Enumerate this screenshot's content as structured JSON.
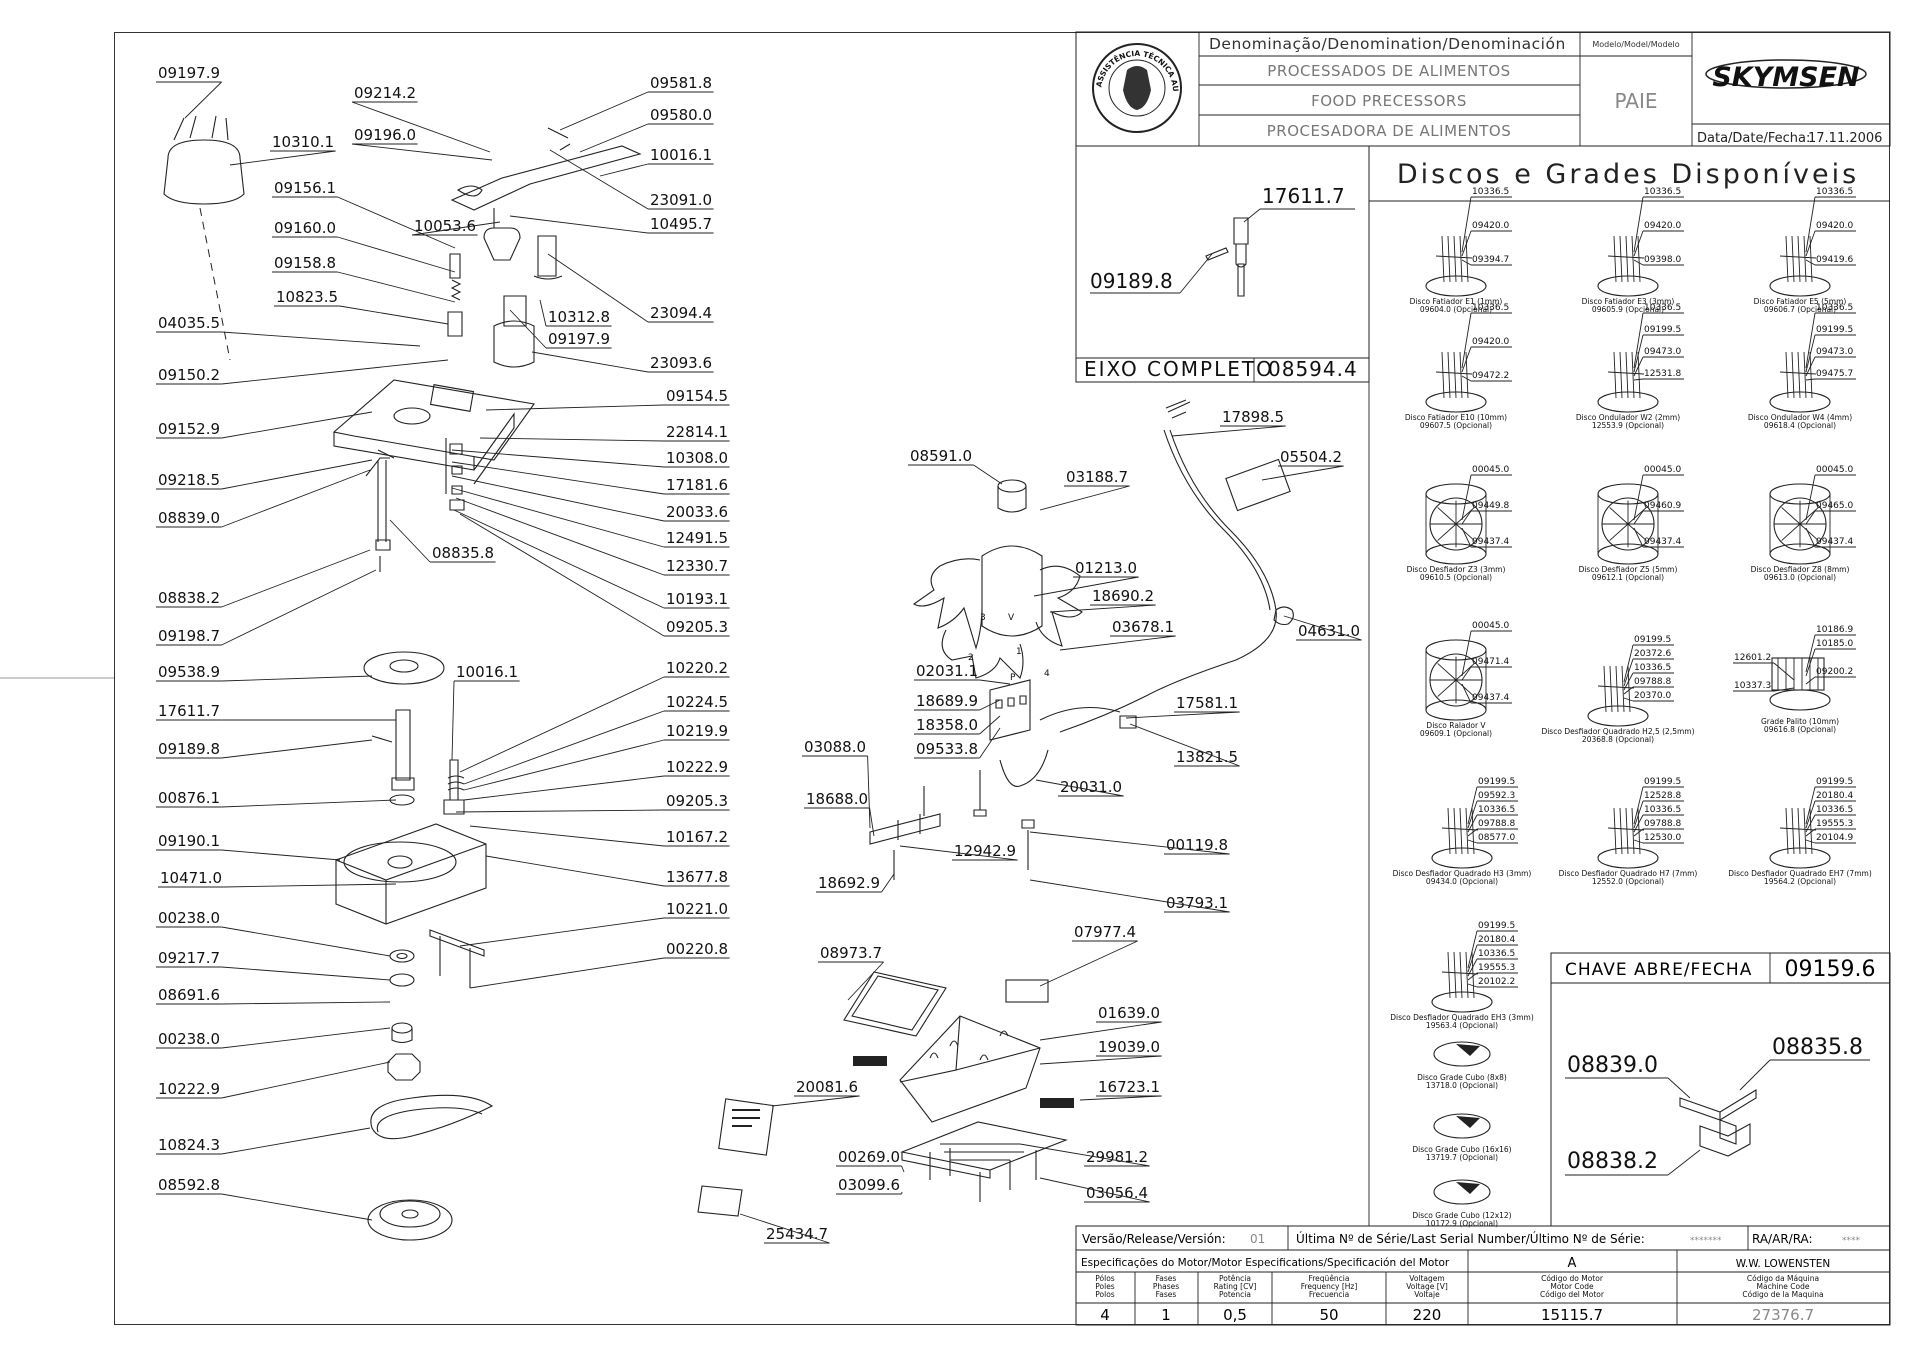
{
  "header": {
    "denomination_title": "Denominação/Denomination/Denominación",
    "product_names": [
      "PROCESSADOS DE ALIMENTOS",
      "FOOD PRECESSORS",
      "PROCESADORA DE ALIMENTOS"
    ],
    "model_label": "Modelo/Model/Modelo",
    "model_value": "PAIE",
    "brand": "SKYMSEN",
    "date_label": "Data/Date/Fecha:",
    "date_value": "17.11.2006",
    "seal_text": "ASSISTÊNCIA TÉCNICA AUTORIZADA"
  },
  "axle_box": {
    "part_top": "17611.7",
    "part_pin": "09189.8",
    "caption": "EIXO COMPLETO",
    "code": "08594.4"
  },
  "discs_panel": {
    "title": "Discos e Grades Disponíveis",
    "discs": [
      {
        "name": "Disco Fatiador E1 (1mm)",
        "code": "09604.0 (Opcional)",
        "parts": [
          "10336.5",
          "09420.0",
          "09394.7"
        ]
      },
      {
        "name": "Disco Fatiador E3 (3mm)",
        "code": "09605.9 (Opcional)",
        "parts": [
          "10336.5",
          "09420.0",
          "09398.0"
        ]
      },
      {
        "name": "Disco Fatiador E5 (5mm)",
        "code": "09606.7 (Opcional)",
        "parts": [
          "10336.5",
          "09420.0",
          "09419.6"
        ]
      },
      {
        "name": "Disco Fatiador E10 (10mm)",
        "code": "09607.5 (Opcional)",
        "parts": [
          "10336.5",
          "09420.0",
          "09472.2"
        ]
      },
      {
        "name": "Disco Ondulador W2 (2mm)",
        "code": "12553.9 (Opcional)",
        "parts": [
          "10336.5",
          "09199.5",
          "09473.0",
          "12531.8"
        ]
      },
      {
        "name": "Disco Ondulador W4 (4mm)",
        "code": "09618.4 (Opcional)",
        "parts": [
          "10336.5",
          "09199.5",
          "09473.0",
          "09475.7"
        ]
      },
      {
        "name": "Disco Desfiador Z3 (3mm)",
        "code": "09610.5 (Opcional)",
        "parts": [
          "00045.0",
          "09449.8",
          "09437.4"
        ]
      },
      {
        "name": "Disco Desfiador Z5 (5mm)",
        "code": "09612.1 (Opcional)",
        "parts": [
          "00045.0",
          "09460.9",
          "09437.4"
        ]
      },
      {
        "name": "Disco Desfiador Z8 (8mm)",
        "code": "09613.0 (Opcional)",
        "parts": [
          "00045.0",
          "09465.0",
          "09437.4"
        ]
      },
      {
        "name": "Disco Ralador V",
        "code": "09609.1 (Opcional)",
        "parts": [
          "00045.0",
          "09471.4",
          "09437.4"
        ]
      },
      {
        "name": "Disco Desfiador Quadrado H2,5 (2,5mm)",
        "code": "20368.8 (Opcional)",
        "parts": [
          "09199.5",
          "20372.6",
          "10336.5",
          "09788.8",
          "20370.0"
        ]
      },
      {
        "name": "Grade Palito (10mm)",
        "code": "09616.8 (Opcional)",
        "parts": [
          "10186.9",
          "10185.0",
          "12601.2",
          "09200.2",
          "10337.3"
        ]
      },
      {
        "name": "Disco Desfiador Quadrado H3 (3mm)",
        "code": "09434.0 (Opcional)",
        "parts": [
          "09199.5",
          "09592.3",
          "10336.5",
          "09788.8",
          "08577.0"
        ]
      },
      {
        "name": "Disco Desfiador Quadrado H7 (7mm)",
        "code": "12552.0 (Opcional)",
        "parts": [
          "09199.5",
          "12528.8",
          "10336.5",
          "09788.8",
          "12530.0"
        ]
      },
      {
        "name": "Disco Desfiador Quadrado EH7 (7mm)",
        "code": "19564.2 (Opcional)",
        "parts": [
          "09199.5",
          "20180.4",
          "10336.5",
          "19555.3",
          "20104.9"
        ]
      },
      {
        "name": "Disco Desfiador Quadrado EH3 (3mm)",
        "code": "19563.4 (Opcional)",
        "parts": [
          "09199.5",
          "20180.4",
          "10336.5",
          "19555.3",
          "20102.2"
        ]
      },
      {
        "name": "Disco Grade Cubo (8x8)",
        "code": "13718.0 (Opcional)",
        "parts": []
      },
      {
        "name": "Disco Grade Cubo (16x16)",
        "code": "13719.7 (Opcional)",
        "parts": []
      },
      {
        "name": "Disco Grade Cubo (12x12)",
        "code": "10172.9 (Opcional)",
        "parts": []
      }
    ]
  },
  "switch_box": {
    "caption": "CHAVE ABRE/FECHA",
    "code": "09159.6",
    "parts": [
      "08839.0",
      "08835.8",
      "08838.2"
    ]
  },
  "left_assembly": {
    "labels_left": [
      "09197.9",
      "10310.1",
      "09156.1",
      "09160.0",
      "09158.8",
      "10823.5",
      "04035.5",
      "09150.2",
      "09152.9",
      "09218.5",
      "08839.0",
      "08838.2",
      "09198.7",
      "09538.9",
      "17611.7",
      "09189.8",
      "00876.1",
      "09190.1",
      "10471.0",
      "00238.0",
      "09217.7",
      "08691.6",
      "00238.0",
      "10222.9",
      "10824.3",
      "08592.8"
    ],
    "labels_right": [
      "09214.2",
      "09196.0",
      "09581.8",
      "09580.0",
      "10016.1",
      "23091.0",
      "10053.6",
      "10495.7",
      "23094.4",
      "10312.8",
      "09197.9",
      "23093.6",
      "09154.5",
      "22814.1",
      "10308.0",
      "17181.6",
      "20033.6",
      "12491.5",
      "12330.7",
      "10193.1",
      "09205.3",
      "08835.8",
      "10016.1",
      "10220.2",
      "10224.5",
      "10219.9",
      "10222.9",
      "09205.3",
      "10167.2",
      "13677.8",
      "10221.0",
      "00220.8"
    ]
  },
  "center_assembly": {
    "labels": [
      "17898.5",
      "05504.2",
      "08591.0",
      "03188.7",
      "01213.0",
      "18690.2",
      "03678.1",
      "04631.0",
      "02031.1",
      "18689.9",
      "18358.0",
      "09533.8",
      "17581.1",
      "13821.5",
      "20031.0",
      "03088.0",
      "18688.0",
      "12942.9",
      "18692.9",
      "00119.8",
      "03793.1",
      "08973.7",
      "07977.4",
      "01639.0",
      "19039.0",
      "16723.1",
      "20081.6",
      "00269.0",
      "03099.6",
      "29981.2",
      "03056.4",
      "25434.7"
    ],
    "wire_marks": [
      "2",
      "3",
      "4",
      "1",
      "P",
      "V"
    ]
  },
  "footer": {
    "version_label": "Versão/Release/Versión:",
    "version_value": "01",
    "serial_label": "Última Nº de Série/Last Serial Number/Último Nº de Série:",
    "serial_value": "*******",
    "ra_label": "RA/AR/RA:",
    "ra_value": "****",
    "motor_spec_title": "Especificações do Motor/Motor Especifications/Specificación del Motor",
    "revision": "A",
    "author": "W.W. LOWENSTEN",
    "columns": [
      {
        "head": [
          "Pólos",
          "Poles",
          "Polos"
        ],
        "value": "4"
      },
      {
        "head": [
          "Fases",
          "Phases",
          "Fases"
        ],
        "value": "1"
      },
      {
        "head": [
          "Potência",
          "Rating [CV]",
          "Potencia"
        ],
        "value": "0,5"
      },
      {
        "head": [
          "Freqüência",
          "Frequency [Hz]",
          "Frecuencia"
        ],
        "value": "50"
      },
      {
        "head": [
          "Voltagem",
          "Voltage [V]",
          "Voltaje"
        ],
        "value": "220"
      },
      {
        "head": [
          "Código do Motor",
          "Motor Code",
          "Código del Motor"
        ],
        "value": "15115.7"
      },
      {
        "head": [
          "Código da Máquina",
          "Machine Code",
          "Código de la Maquina"
        ],
        "value": "27376.7"
      }
    ]
  },
  "colors": {
    "line": "#222222",
    "muted_text": "#888888"
  }
}
